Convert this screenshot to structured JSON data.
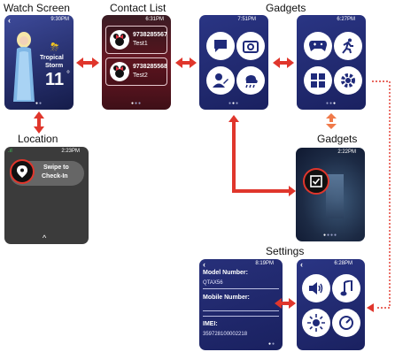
{
  "labels": {
    "watch_screen": "Watch Screen",
    "contact_list": "Contact List",
    "gadgets_top": "Gadgets",
    "location": "Location",
    "gadgets_mid": "Gadgets",
    "settings": "Settings"
  },
  "watch": {
    "time": "9:30PM",
    "weather_line1": "Tropical",
    "weather_line2": "Storm",
    "temperature": "11",
    "degree": "°"
  },
  "contacts": {
    "time": "6:31PM",
    "items": [
      {
        "number": "9738285567",
        "name": "Test1"
      },
      {
        "number": "9738285568",
        "name": "Test2"
      }
    ]
  },
  "gadgets1": {
    "time": "7:51PM",
    "icons": [
      "chat-icon",
      "camera-icon",
      "profile-edit-icon",
      "weather-icon"
    ]
  },
  "gadgets2": {
    "time": "6:27PM",
    "icons": [
      "gamepad-icon",
      "runner-icon",
      "calculator-icon",
      "gear-icon"
    ]
  },
  "location_screen": {
    "time": "2:23PM",
    "swipe_line1": "Swipe to",
    "swipe_line2": "Check-In"
  },
  "gadgets3": {
    "time": "2:22PM",
    "icons": [
      "checklist-icon"
    ]
  },
  "info": {
    "time": "8:19PM",
    "model_label": "Model Number:",
    "model_value": "QTAX56",
    "mobile_label": "Mobile Number:",
    "imei_label": "IMEI:",
    "imei_value": "359728100002218"
  },
  "settings_screen": {
    "time": "6:28PM",
    "icons": [
      "volume-icon",
      "music-note-icon",
      "brightness-icon",
      "timer-icon"
    ]
  },
  "colors": {
    "arrow": "#e0362c",
    "dotted": "#e0362c",
    "dark_navy": "#1f2a7a",
    "maroon": "#5a1620",
    "grey": "#3a3a3a"
  }
}
